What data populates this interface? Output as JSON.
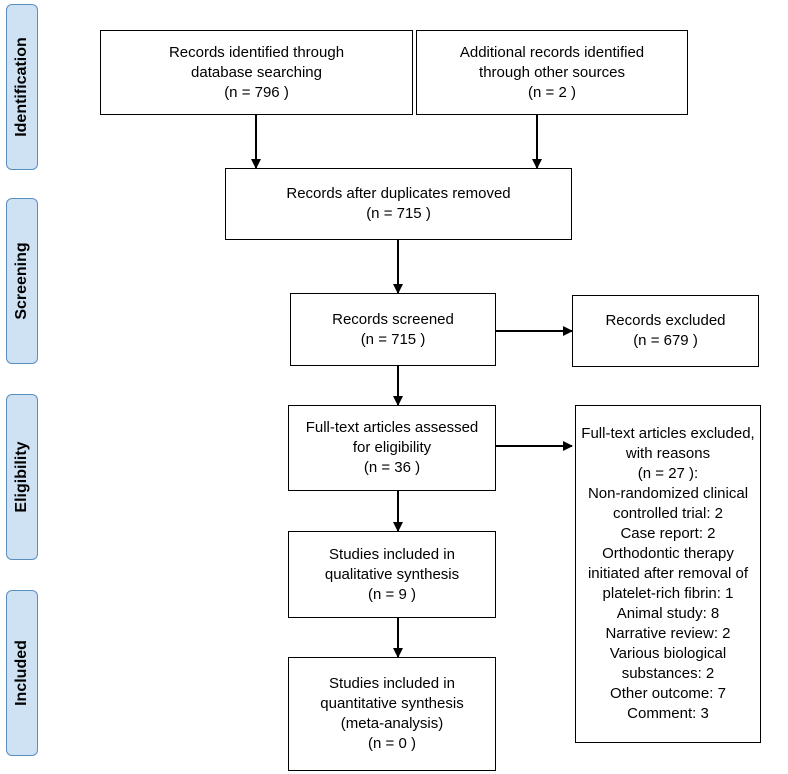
{
  "phases": {
    "identification": "Identification",
    "screening": "Screening",
    "eligibility": "Eligibility",
    "included": "Included"
  },
  "boxes": {
    "db_search": {
      "line1": "Records identified through",
      "line2": "database searching",
      "line3": "(n = 796  )"
    },
    "other_sources": {
      "line1": "Additional records identified",
      "line2": "through other sources",
      "line3": "(n = 2  )"
    },
    "dup_removed": {
      "line1": "Records after duplicates removed",
      "line2": "(n = 715  )"
    },
    "screened": {
      "line1": "Records screened",
      "line2": "(n = 715  )"
    },
    "excluded": {
      "line1": "Records excluded",
      "line2": "(n = 679  )"
    },
    "fulltext": {
      "line1": "Full-text articles assessed",
      "line2": "for eligibility",
      "line3": "(n = 36  )"
    },
    "fulltext_excluded": {
      "lines": [
        "Full-text articles excluded,",
        "with reasons",
        "(n = 27  ):",
        "Non-randomized clinical",
        "controlled trial: 2",
        "Case report: 2",
        "Orthodontic therapy",
        "initiated after removal of",
        "platelet-rich fibrin: 1",
        "Animal study: 8",
        "Narrative review: 2",
        "Various biological",
        "substances: 2",
        "Other outcome: 7",
        "Comment: 3"
      ]
    },
    "qualitative": {
      "line1": "Studies included in",
      "line2": "qualitative synthesis",
      "line3": "(n = 9  )"
    },
    "quantitative": {
      "line1": "Studies included in",
      "line2": "quantitative synthesis",
      "line3": "(meta-analysis)",
      "line4": "(n = 0  )"
    }
  },
  "colors": {
    "phase_fill": "#cfe2f3",
    "phase_border": "#5b8ec0",
    "box_border": "#000000"
  }
}
